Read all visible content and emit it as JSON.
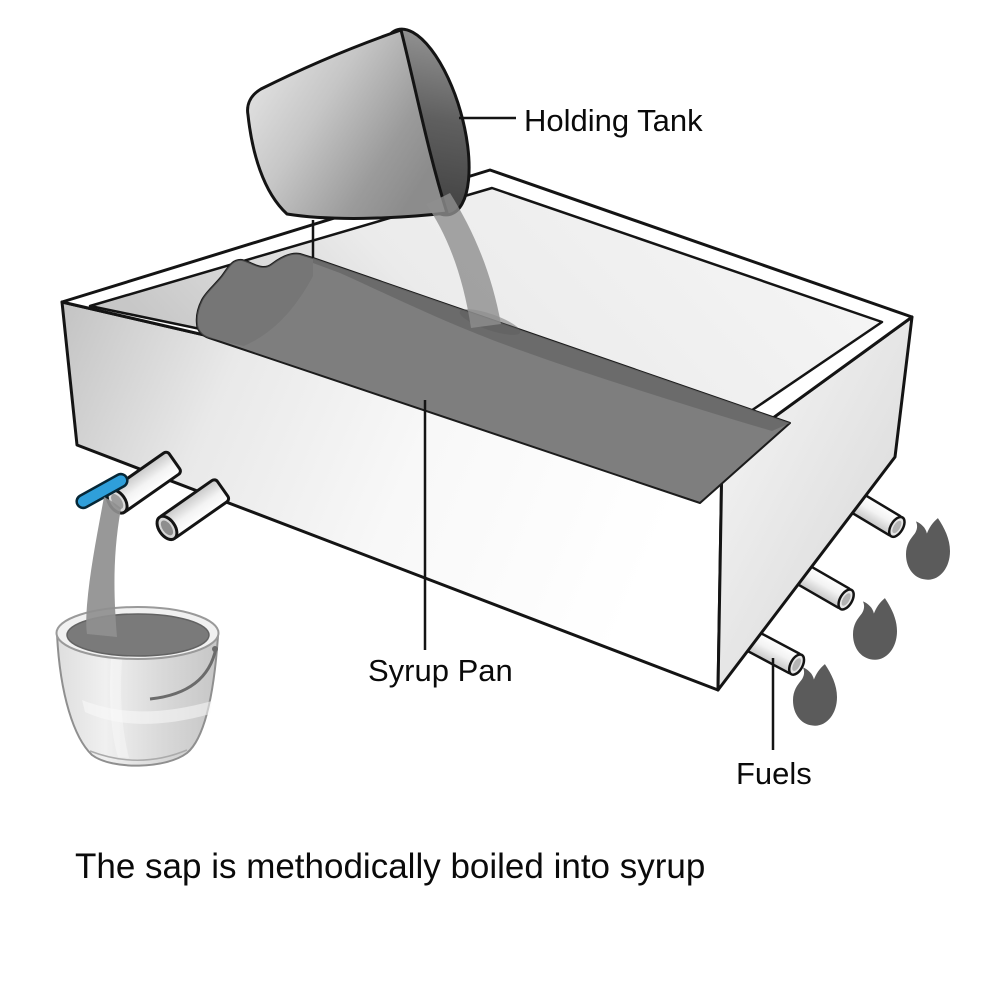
{
  "diagram": {
    "caption": "The sap is methodically boiled into syrup",
    "labels": {
      "holding_tank": "Holding Tank",
      "syrup_pan": "Syrup Pan",
      "fuels": "Fuels"
    },
    "colors": {
      "background": "#ffffff",
      "outline": "#141414",
      "pan_liquid": "#7e7e7e",
      "pan_liquid_dark": "#696969",
      "sap_stream": "#8f8f8f",
      "flame": "#5b5b5b",
      "valve_blue": "#2f9fda",
      "label_text": "#0a0a0a"
    },
    "counts": {
      "flames": 3,
      "fuel_pipes": 3,
      "drain_spigots": 2,
      "buckets": 1
    }
  }
}
